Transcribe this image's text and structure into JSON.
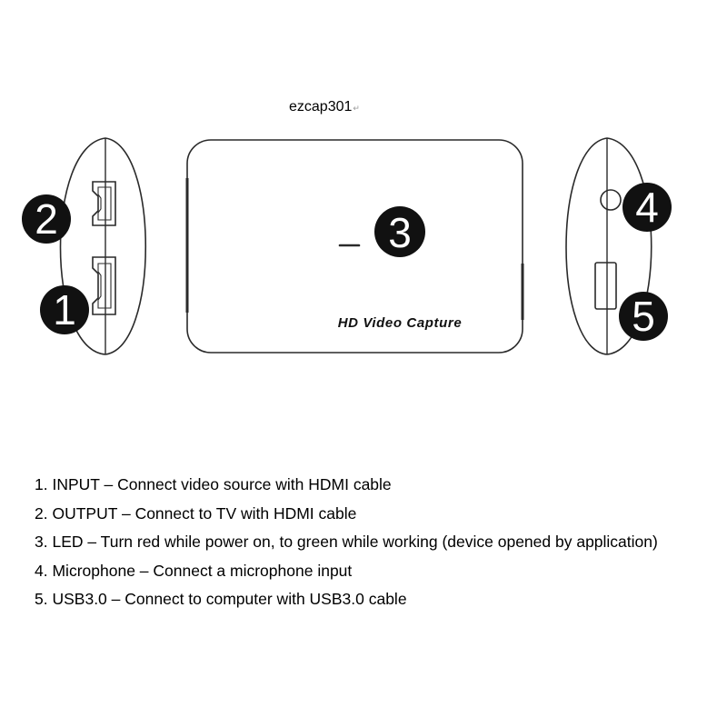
{
  "model": {
    "title": "ezcap301",
    "return_mark": "↵"
  },
  "device": {
    "front_label": "HD Video Capture"
  },
  "callouts": [
    "1",
    "2",
    "3",
    "4",
    "5"
  ],
  "legend": [
    {
      "num": "1.",
      "text": "INPUT – Connect video source with HDMI cable"
    },
    {
      "num": "2.",
      "text": "OUTPUT – Connect to TV with HDMI cable"
    },
    {
      "num": "3.",
      "text": "LED – Turn red while power on, to green while working (device opened by application)"
    },
    {
      "num": "4.",
      "text": "Microphone – Connect a microphone input"
    },
    {
      "num": "5.",
      "text": "USB3.0 – Connect to computer with USB3.0 cable"
    }
  ],
  "colors": {
    "outline": "#2a2a2a",
    "callout_fill": "#111111",
    "callout_text": "#ffffff",
    "background": "#ffffff"
  }
}
